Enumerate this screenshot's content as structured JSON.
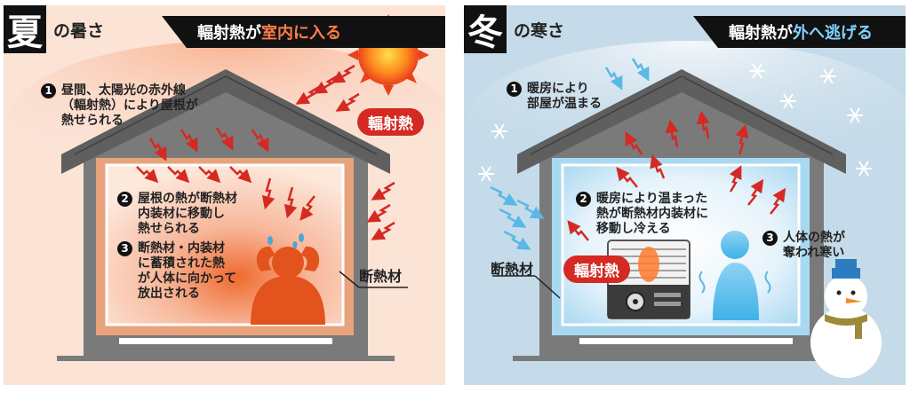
{
  "summer": {
    "season": "夏",
    "subtitle": "の暑さ",
    "banner_part1": "輻射熱が",
    "banner_highlight": "室内に入る",
    "note1_num": "1",
    "note1_lines": [
      "昼間、太陽光の赤外線",
      "（輻射熱）により屋根が",
      "熱せられる"
    ],
    "pill": "輻射熱",
    "note2_num": "2",
    "note2_lines": [
      "屋根の熱が断熱材",
      "内装材に移動し",
      "熱せられる"
    ],
    "note3_num": "3",
    "note3_lines": [
      "断熱材・内装材",
      "に蓄積された熱",
      "が人体に向かって",
      "放出される"
    ],
    "insulation_label": "断熱材",
    "colors": {
      "bg": "#fbe3d6",
      "accent": "#d42a23",
      "warm": "#ef7a3c"
    }
  },
  "winter": {
    "season": "冬",
    "subtitle": "の寒さ",
    "banner_part1": "輻射熱が",
    "banner_highlight": "外へ逃げる",
    "note1_num": "1",
    "note1_lines": [
      "暖房により",
      "部屋が温まる"
    ],
    "note2_num": "2",
    "note2_lines": [
      "暖房により温まった",
      "熱が断熱材内装材に",
      "移動し冷える"
    ],
    "note3_num": "3",
    "note3_lines": [
      "人体の熱が",
      "奪われ寒い"
    ],
    "pill": "輻射熱",
    "insulation_label": "断熱材",
    "colors": {
      "bg": "#c6dbe9",
      "accent": "#d42a23",
      "cold": "#5ab8e6"
    }
  }
}
